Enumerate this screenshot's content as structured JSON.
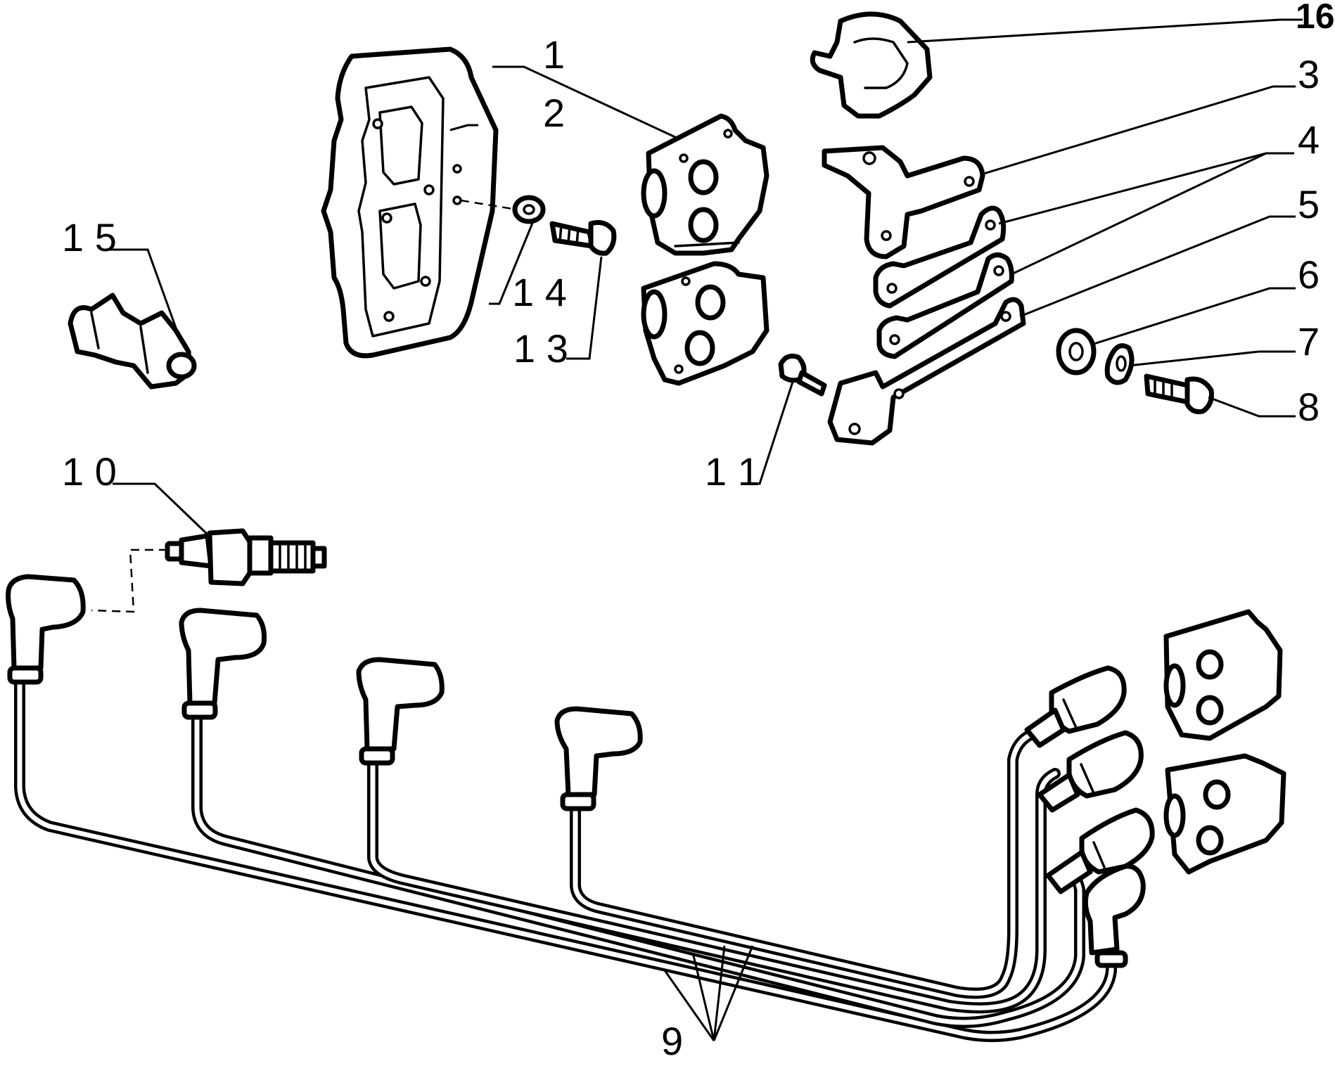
{
  "diagram": {
    "callouts": {
      "c1": "1",
      "c2": "2",
      "c3": "3",
      "c4": "4",
      "c5": "5",
      "c6": "6",
      "c7": "7",
      "c8": "8",
      "c9": "9",
      "c10": "1 0",
      "c11": "1 1",
      "c13": "1 3",
      "c14": "1 4",
      "c15": "1 5",
      "c16": "16"
    },
    "line_color": "#000000",
    "background": "#ffffff"
  }
}
